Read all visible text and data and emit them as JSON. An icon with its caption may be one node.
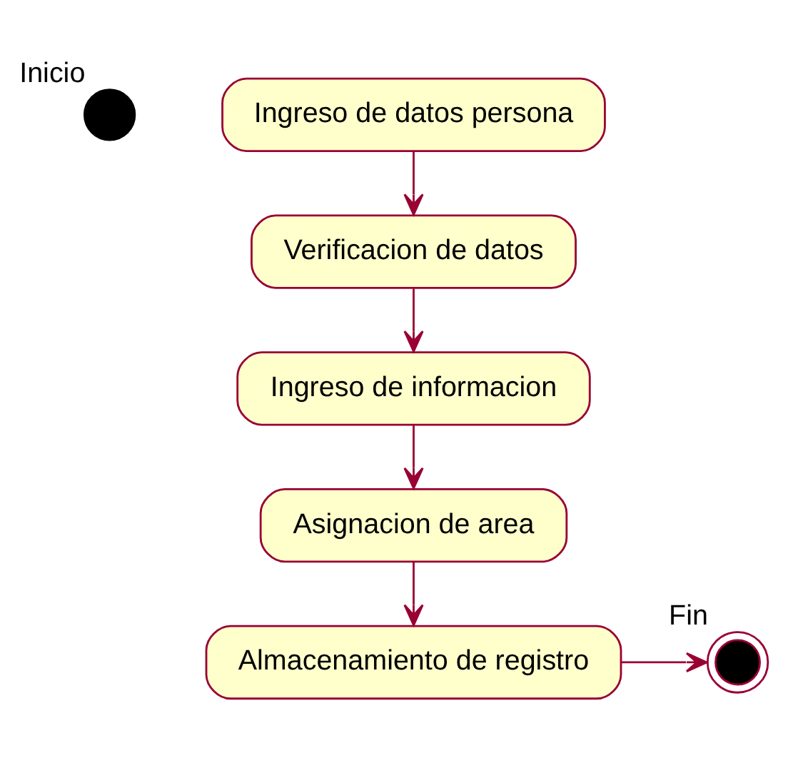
{
  "diagram": {
    "nodes": [
      {
        "text": [],
        "shape": "circle",
        "beside": [
          "Inicio"
        ]
      },
      {
        "text": [
          "Ingreso de datos persona"
        ]
      },
      {
        "text": [
          "Verificacion de datos"
        ]
      },
      {
        "text": [
          "Ingreso de informacion"
        ]
      },
      {
        "text": [
          "Asignacion de area"
        ]
      },
      {
        "text": [
          "Almacenamiento de registro"
        ]
      },
      {
        "text": [],
        "shape": "circle",
        "beside": [
          "Fin"
        ]
      }
    ],
    "edges": [
      {
        "from": 1,
        "to": 2,
        "arrow": "to"
      },
      {
        "from": 2,
        "to": 3,
        "arrow": "to"
      },
      {
        "from": 3,
        "to": 4,
        "arrow": "to"
      },
      {
        "from": 4,
        "to": 5,
        "arrow": "to"
      },
      {
        "from": 5,
        "to": 6,
        "arrow": "to"
      }
    ]
  }
}
